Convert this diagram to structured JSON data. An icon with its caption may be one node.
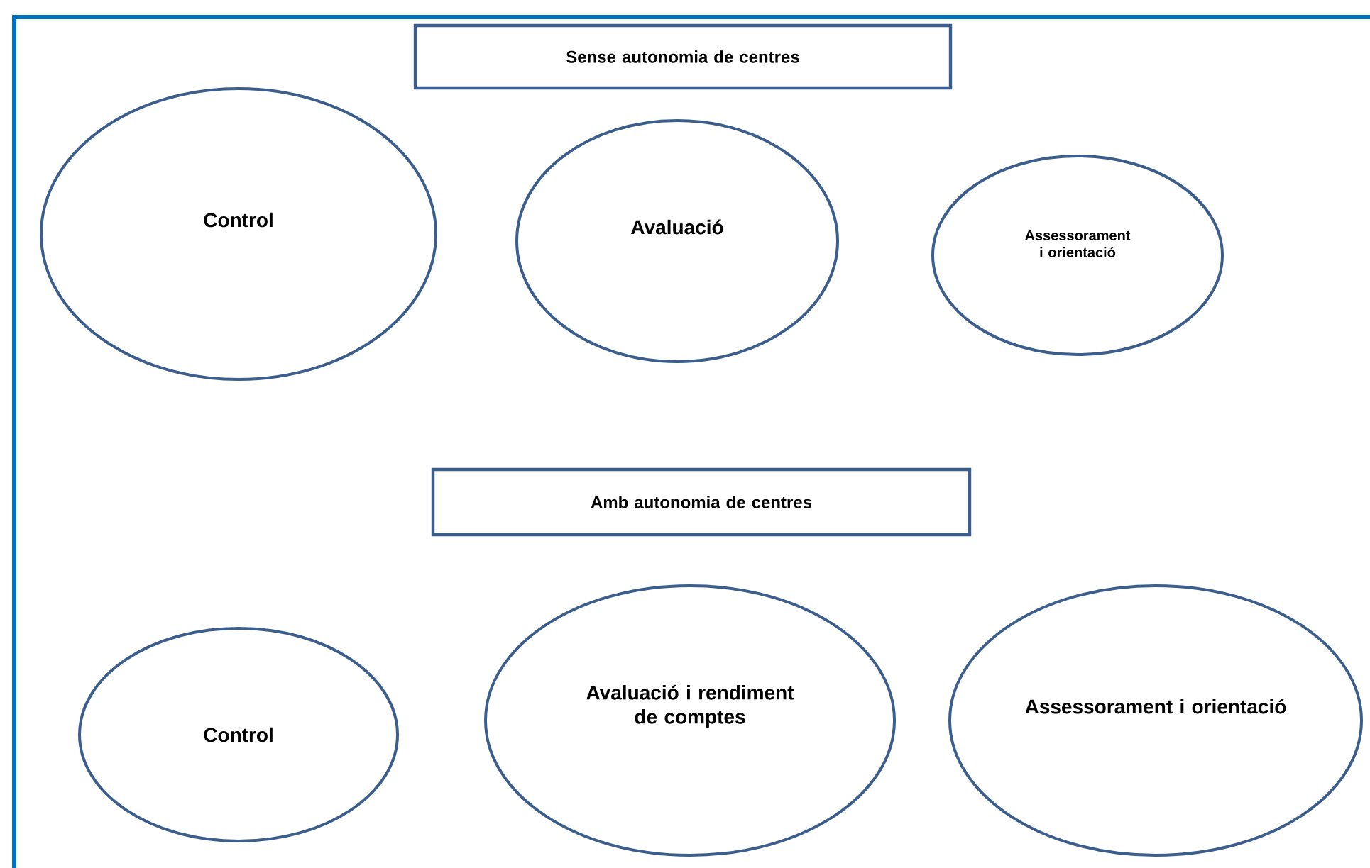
{
  "diagram": {
    "nodes": [
      {
        "text": [
          "Sense autonomia de centres"
        ]
      },
      {
        "text": [
          "Control"
        ]
      },
      {
        "text": [
          "Avaluació"
        ]
      },
      {
        "text": [
          "Assessorament i orientació"
        ]
      },
      {
        "text": [
          "Amb autonomia de centres"
        ]
      },
      {
        "text": [
          "Control"
        ]
      },
      {
        "text": [
          "Avaluació i rendiment de comptes"
        ]
      },
      {
        "text": [
          "Assessorament i orientació"
        ]
      }
    ],
    "edges": []
  }
}
